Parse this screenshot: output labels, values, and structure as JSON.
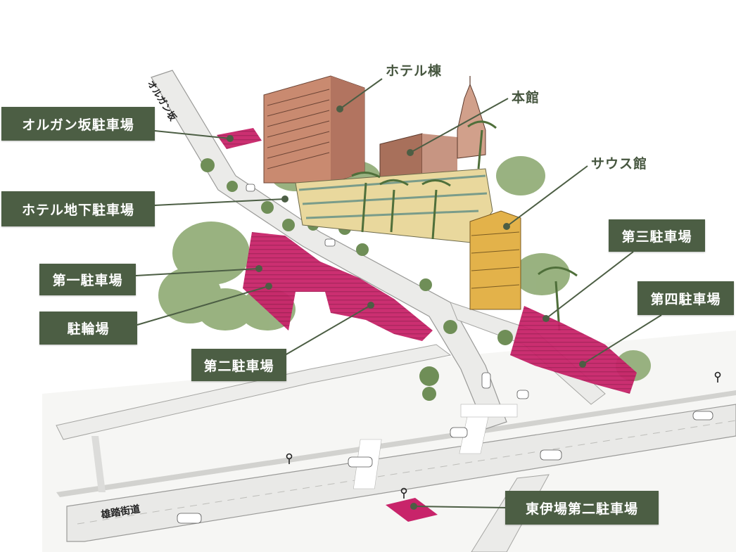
{
  "colors": {
    "label_bg": "#4c5e44",
    "label_text": "#ffffff",
    "building_label_text": "#46563f",
    "parking_fill": "#c8246a",
    "road": "#e9e9e7",
    "greenery": "#8eaa73"
  },
  "parking_labels": [
    {
      "id": "organ-zaka",
      "text": "オルガン坂駐車場"
    },
    {
      "id": "hotel-underground",
      "text": "ホテル地下駐車場"
    },
    {
      "id": "lot-1",
      "text": "第一駐車場"
    },
    {
      "id": "bicycle",
      "text": "駐輪場"
    },
    {
      "id": "lot-2",
      "text": "第二駐車場"
    },
    {
      "id": "lot-3",
      "text": "第三駐車場"
    },
    {
      "id": "lot-4",
      "text": "第四駐車場"
    },
    {
      "id": "higashi-iba-2",
      "text": "東伊場第二駐車場"
    }
  ],
  "building_labels": [
    {
      "id": "hotel-wing",
      "text": "ホテル棟"
    },
    {
      "id": "main-building",
      "text": "本館"
    },
    {
      "id": "south-building",
      "text": "サウス館"
    }
  ],
  "road_labels": {
    "organ_zaka": "オルガン坂",
    "main_street": "雄踏街道"
  },
  "icons": [
    "location-pin-icon",
    "location-pin-icon",
    "location-pin-icon"
  ]
}
